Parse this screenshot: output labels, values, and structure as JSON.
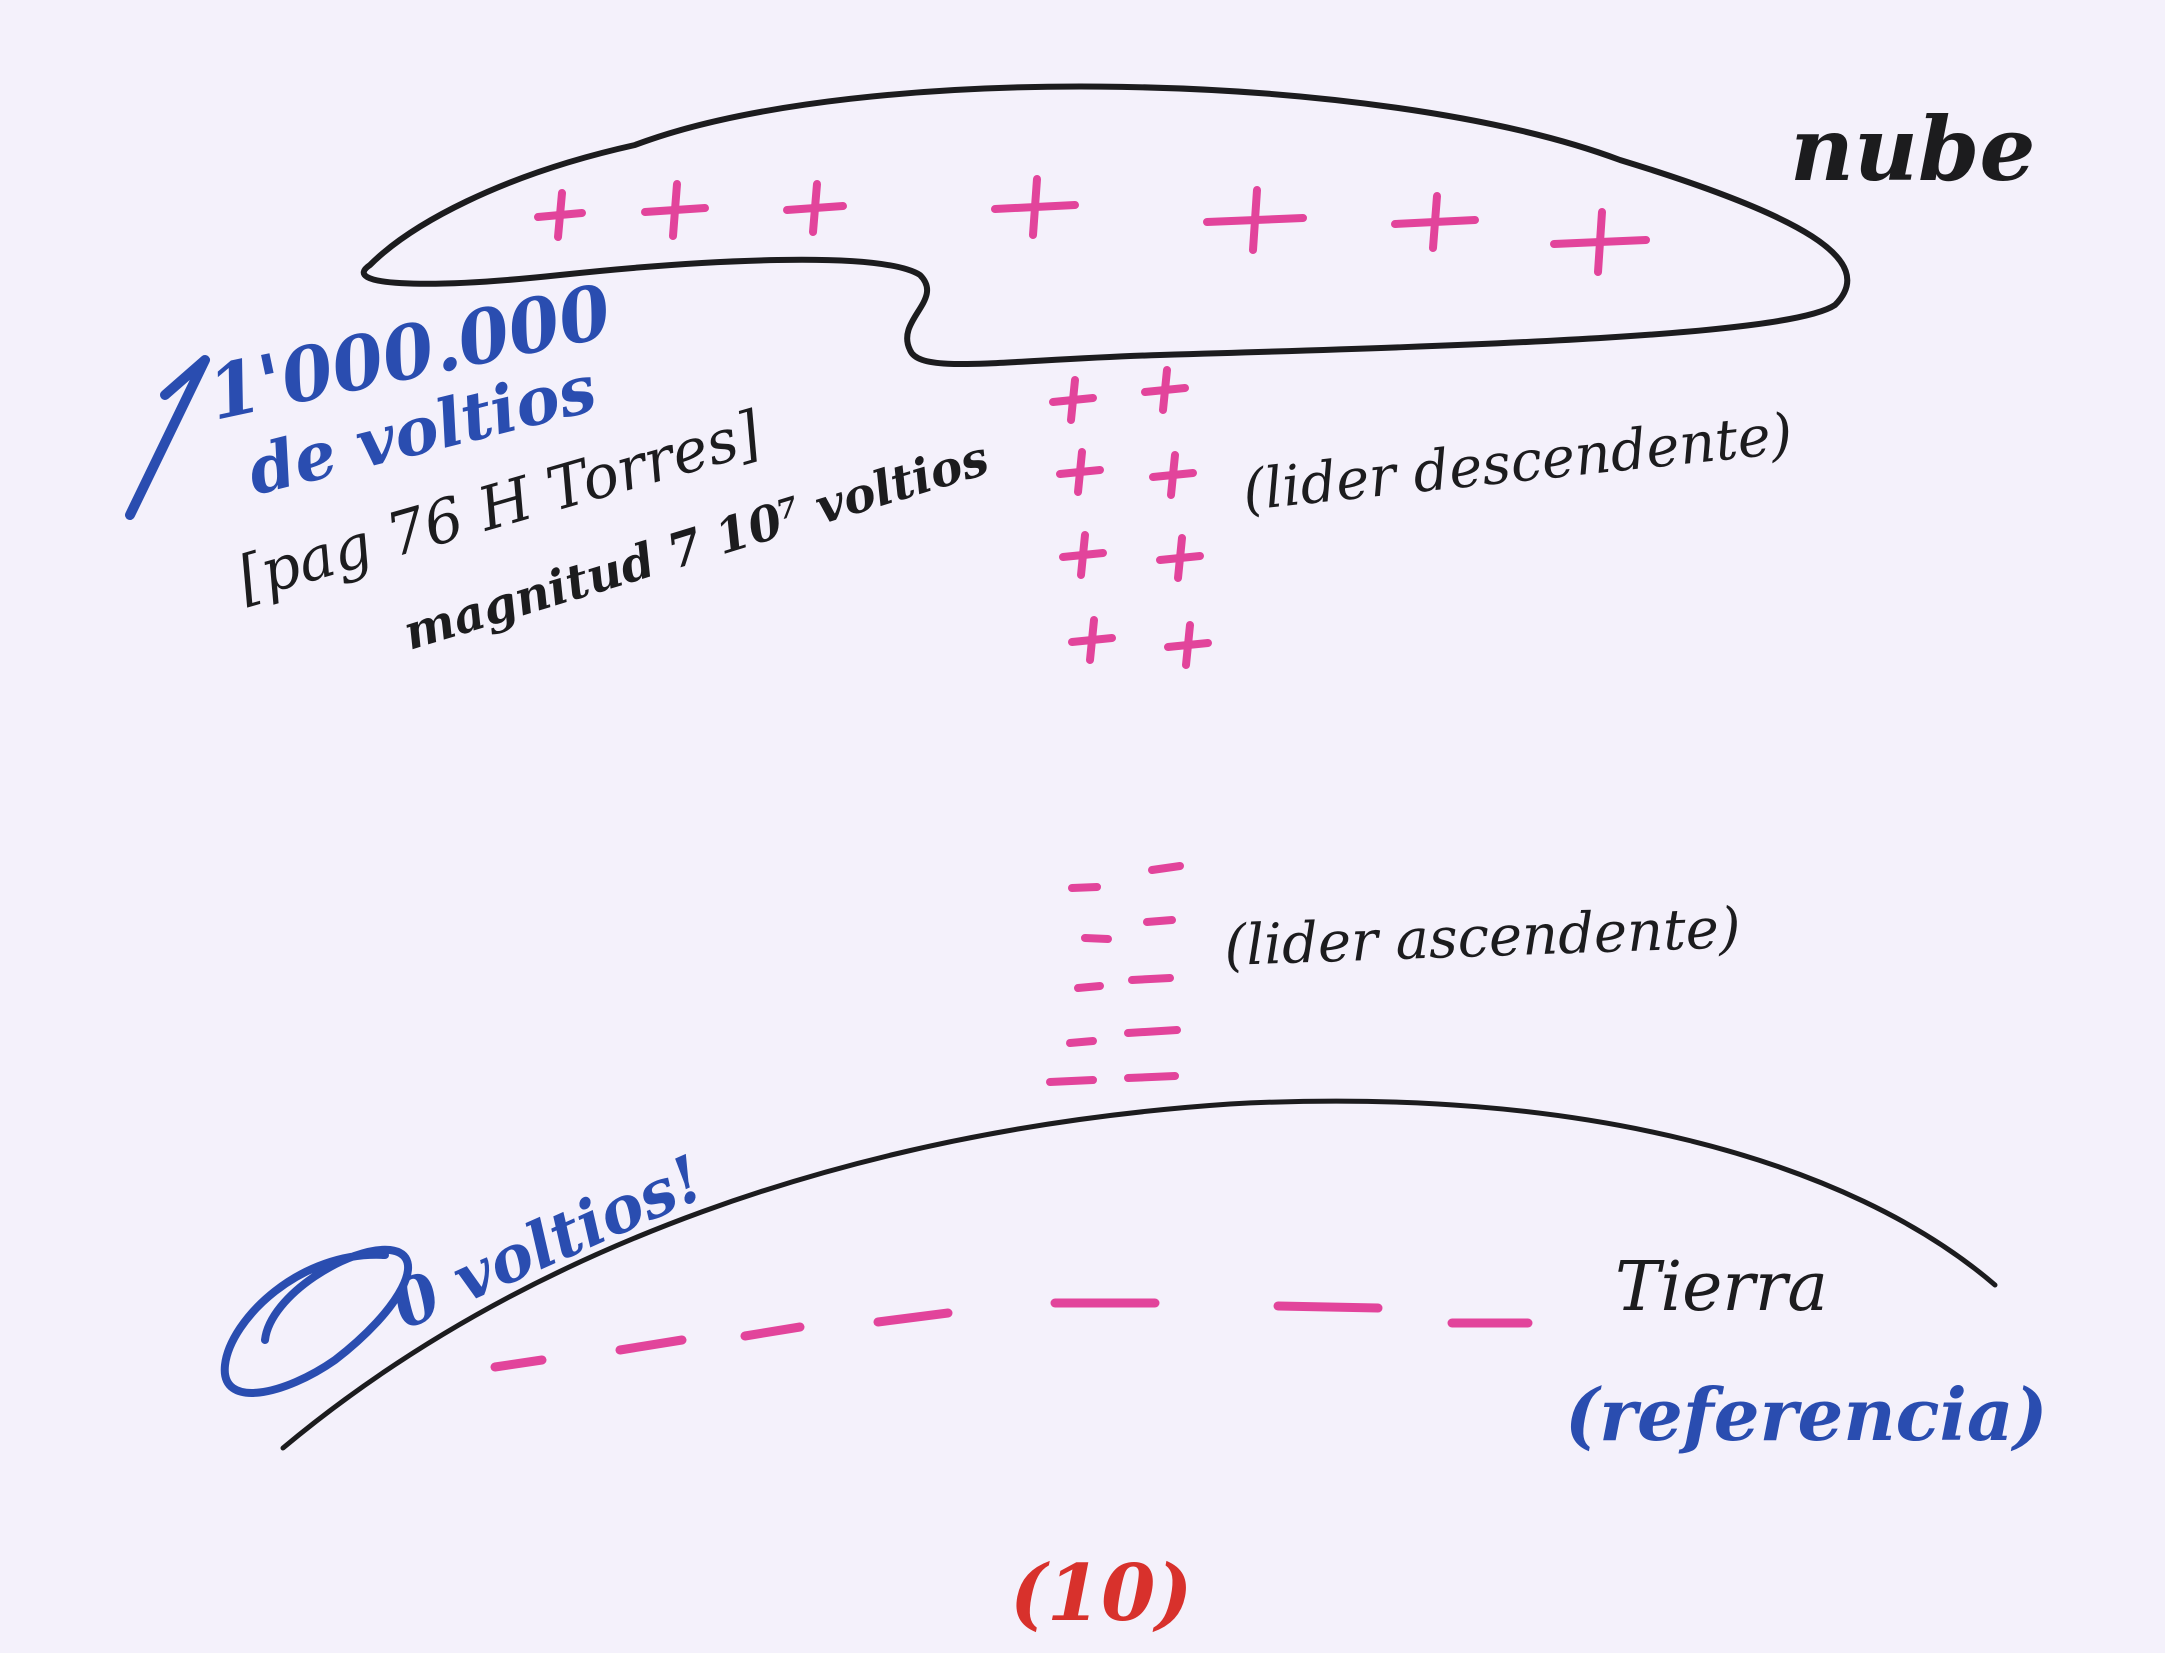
{
  "colors": {
    "paper": "#f4f1fb",
    "black_ink": "#1c1c1e",
    "pink_ink": "#e2449b",
    "blue_ink": "#2a4db0",
    "red_ink": "#d8312c"
  },
  "labels": {
    "cloud": "nube",
    "ground": "Tierra",
    "ground_reference": "(referencia)",
    "cloud_voltage_line1": "1'000.000",
    "cloud_voltage_line2": "de voltios",
    "citation_line1": "[pag 76 H Torres]",
    "citation_line2": "magnitud 7 10⁷ voltios",
    "descending_leader": "(lider descendente)",
    "ascending_leader": "(lider ascendente)",
    "ground_voltage": "0 voltios!",
    "page_number": "(10)"
  },
  "charges": {
    "cloud_sign": "+",
    "descending_leader_sign": "+",
    "ascending_leader_sign": "−",
    "ground_sign": "−"
  }
}
